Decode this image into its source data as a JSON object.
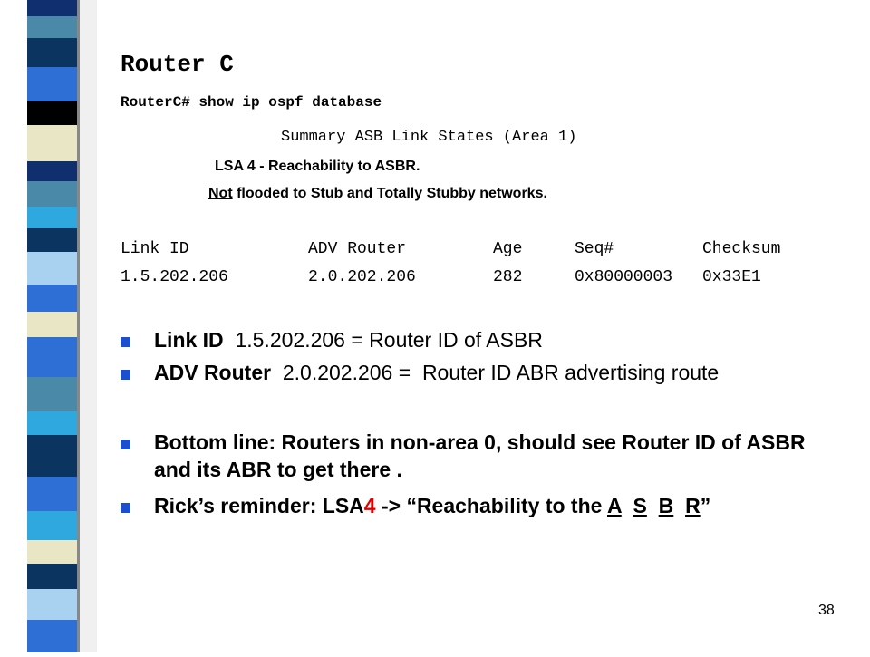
{
  "slide": {
    "title": "Router C",
    "command": "RouterC# show ip ospf database",
    "summary_header": "Summary ASB Link States (Area 1)",
    "lsa_line": "LSA 4 - Reachability to ASBR.",
    "not_word": "Not",
    "flood_rest": " flooded to Stub and Totally Stubby networks.",
    "table": {
      "headers": [
        "Link ID",
        "ADV Router",
        "Age",
        "Seq#",
        "Checksum"
      ],
      "rows": [
        [
          "1.5.202.206",
          "2.0.202.206",
          "282",
          "0x80000003",
          "0x33E1"
        ]
      ]
    },
    "bullets": {
      "b1_bold": "Link ID",
      "b1_rest": "  1.5.202.206 = Router ID of ASBR",
      "b2_bold": "ADV Router",
      "b2_rest": "  2.0.202.206 =  Router ID ABR advertising route",
      "b3": "Bottom line: Routers in non-area 0, should see Router ID of ASBR and its ABR to get there .",
      "b4_pre": "Rick’s reminder: LSA",
      "b4_red": "4",
      "b4_mid": " -> “Reachability to the ",
      "b4_a": "A",
      "b4_s": "S",
      "b4_b": "B",
      "b4_r": "R",
      "b4_end": "”"
    },
    "page_number": "38"
  },
  "colors": {
    "accent_red": "#e00000",
    "bullet_blue": "#1a4fd0"
  }
}
